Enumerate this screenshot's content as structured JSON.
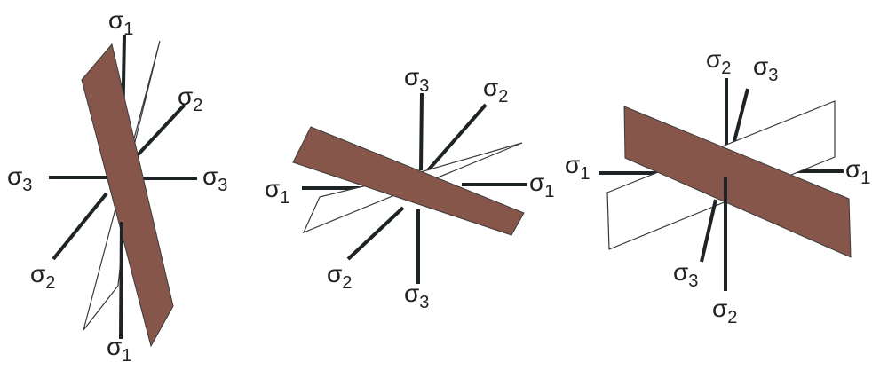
{
  "colors": {
    "shaded_plane": "#86564B",
    "open_plane_fill": "#ffffff",
    "outline": "#3a3a3a",
    "axis": "#1e2326",
    "label": "#222222"
  },
  "panels": [
    {
      "id": "panel-1",
      "labels": {
        "top": {
          "sym": "σ",
          "sub": "1"
        },
        "top_right": {
          "sym": "σ",
          "sub": "2"
        },
        "left": {
          "sym": "σ",
          "sub": "3"
        },
        "right": {
          "sym": "σ",
          "sub": "3"
        },
        "bottom_left": {
          "sym": "σ",
          "sub": "2"
        },
        "bottom": {
          "sym": "σ",
          "sub": "1"
        }
      }
    },
    {
      "id": "panel-2",
      "labels": {
        "top": {
          "sym": "σ",
          "sub": "3"
        },
        "top_right": {
          "sym": "σ",
          "sub": "2"
        },
        "left": {
          "sym": "σ",
          "sub": "1"
        },
        "right": {
          "sym": "σ",
          "sub": "1"
        },
        "bottom_left": {
          "sym": "σ",
          "sub": "2"
        },
        "bottom": {
          "sym": "σ",
          "sub": "3"
        }
      }
    },
    {
      "id": "panel-3",
      "labels": {
        "top": {
          "sym": "σ",
          "sub": "2"
        },
        "top_right": {
          "sym": "σ",
          "sub": "3"
        },
        "left": {
          "sym": "σ",
          "sub": "1"
        },
        "right": {
          "sym": "σ",
          "sub": "1"
        },
        "bottom_left": {
          "sym": "σ",
          "sub": "3"
        },
        "bottom": {
          "sym": "σ",
          "sub": "2"
        }
      }
    }
  ]
}
